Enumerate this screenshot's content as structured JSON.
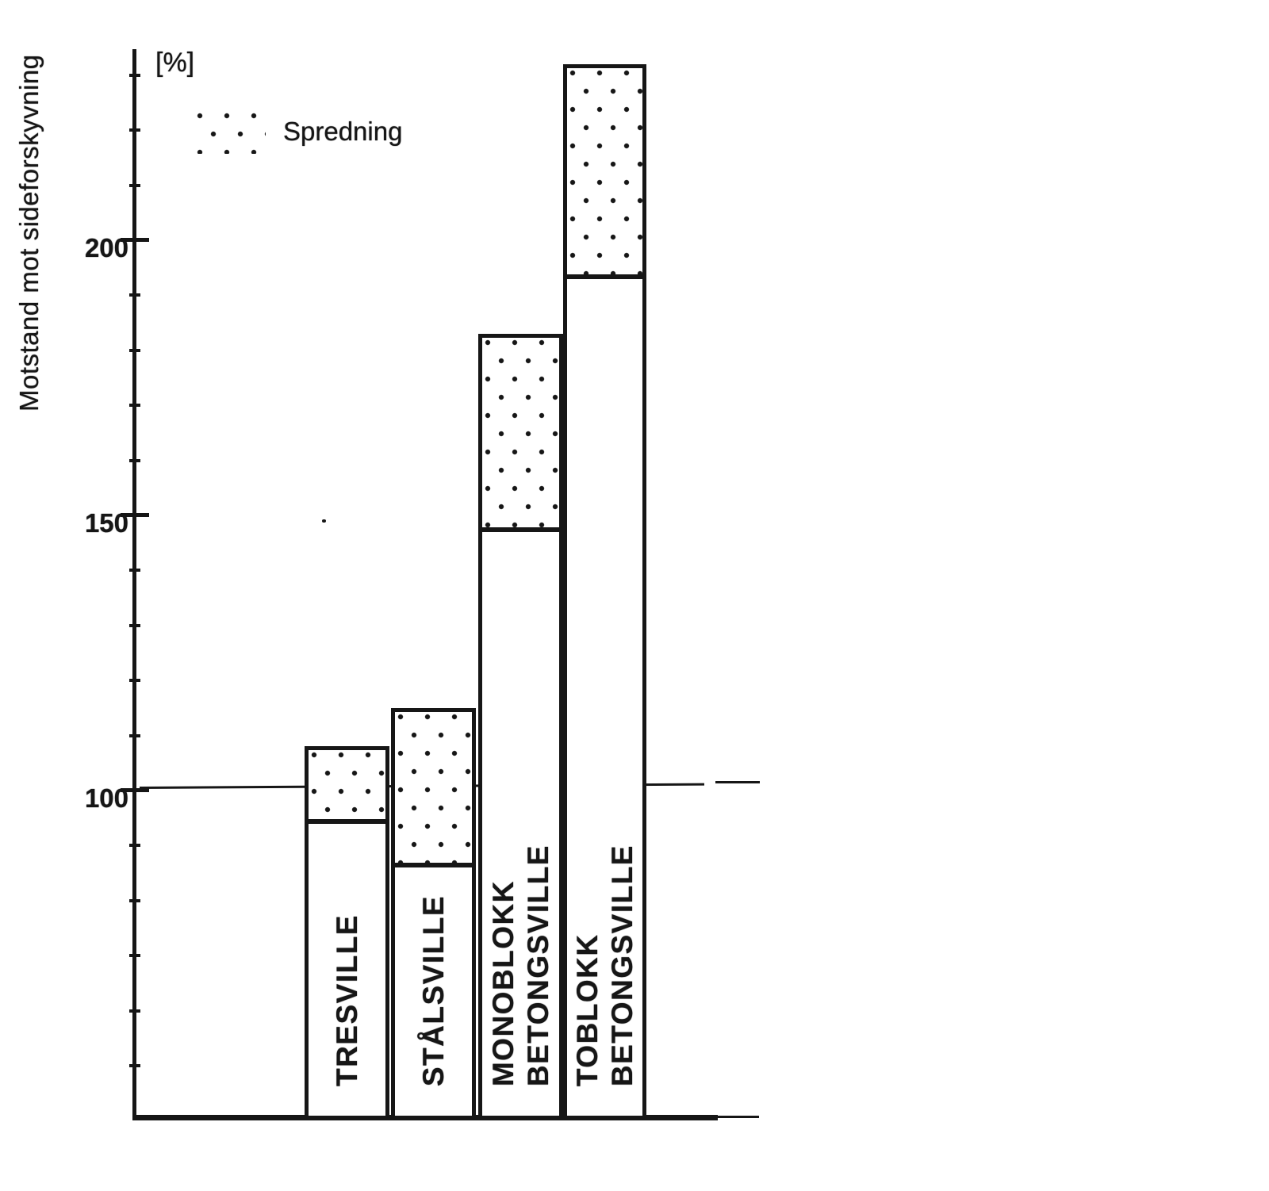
{
  "figure": {
    "paper_color": "#ffffff",
    "ink_color": "#161616",
    "y_axis_title": "Motstand mot sideforskyvning",
    "unit_label": "[%]",
    "legend": {
      "label": "Spredning",
      "swatch_style": "stippled-box"
    }
  },
  "chart_data": {
    "type": "bar",
    "title": "",
    "xlabel": "",
    "ylabel": "Motstand mot sideforskyvning",
    "y_unit": "%",
    "categories": [
      "TRESVILLE",
      "STÅLSVILLE",
      "MONOBLOKK BETONGSVILLE",
      "TOBLOKK BETONGSVILLE"
    ],
    "category_lines": [
      [
        "TRESVILLE"
      ],
      [
        "STÅLSVILLE"
      ],
      [
        "MONOBLOKK",
        "BETONGSVILLE"
      ],
      [
        "TOBLOKK",
        "BETONGSVILLE"
      ]
    ],
    "series": [
      {
        "name": "Spredning",
        "style": "stippled-range-on-bar",
        "range_low": [
          94,
          86,
          147,
          193
        ],
        "range_high": [
          108,
          115,
          183,
          232
        ]
      }
    ],
    "reference_line": 100,
    "y_ticks_major": [
      100,
      150,
      200
    ],
    "y_tick_minor_step": 10,
    "y_minor_range": [
      50,
      230
    ],
    "ylim": [
      40,
      235
    ],
    "grid": false,
    "legend_entries": [
      "Spredning"
    ],
    "legend_position": "top-left"
  }
}
